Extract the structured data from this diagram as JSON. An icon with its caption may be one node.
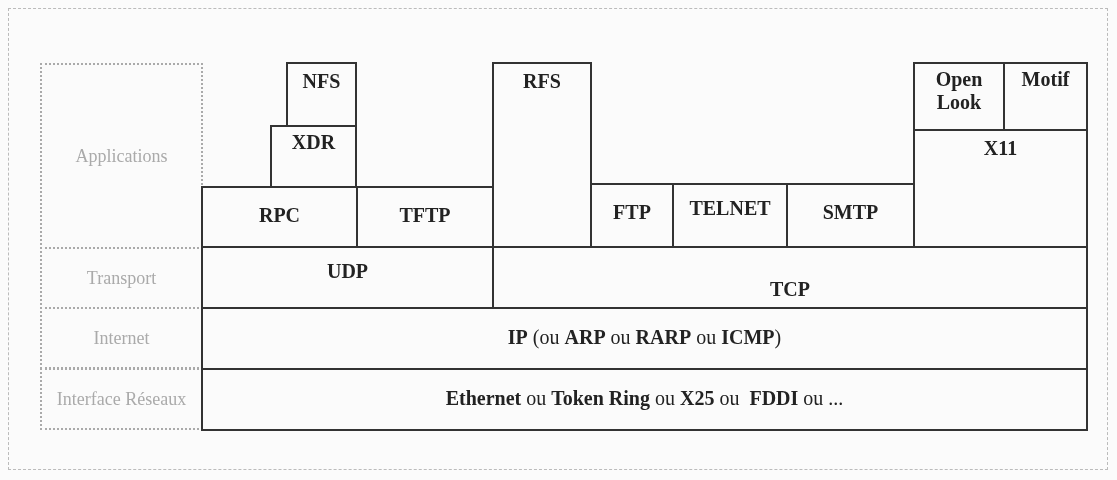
{
  "diagram": {
    "nodes": [
      {
        "text": [
          "Applications"
        ]
      },
      {
        "text": [
          "NFS"
        ]
      },
      {
        "text": [
          "RFS"
        ]
      },
      {
        "text": [
          "Open Look"
        ]
      },
      {
        "text": [
          "Motif"
        ]
      },
      {
        "text": [
          "XDR"
        ]
      },
      {
        "text": [
          "X11"
        ]
      },
      {
        "text": [
          "RPC"
        ]
      },
      {
        "text": [
          "TFTP"
        ]
      },
      {
        "text": [
          "FTP"
        ]
      },
      {
        "text": [
          "TELNET"
        ]
      },
      {
        "text": [
          "SMTP"
        ]
      },
      {
        "text": [
          "Transport"
        ]
      },
      {
        "text": [
          "UDP"
        ]
      },
      {
        "text": [
          "TCP"
        ]
      },
      {
        "text": [
          "Internet"
        ]
      },
      {
        "text": [
          "**IP** (ou **ARP** ou **RARP** ou **ICMP**)"
        ]
      },
      {
        "text": [
          "Interface Réseaux"
        ]
      },
      {
        "text": [
          "**Ethernet** ou **Token Ring** ou **X25** ou  **FDDI** ou ..."
        ]
      }
    ]
  }
}
